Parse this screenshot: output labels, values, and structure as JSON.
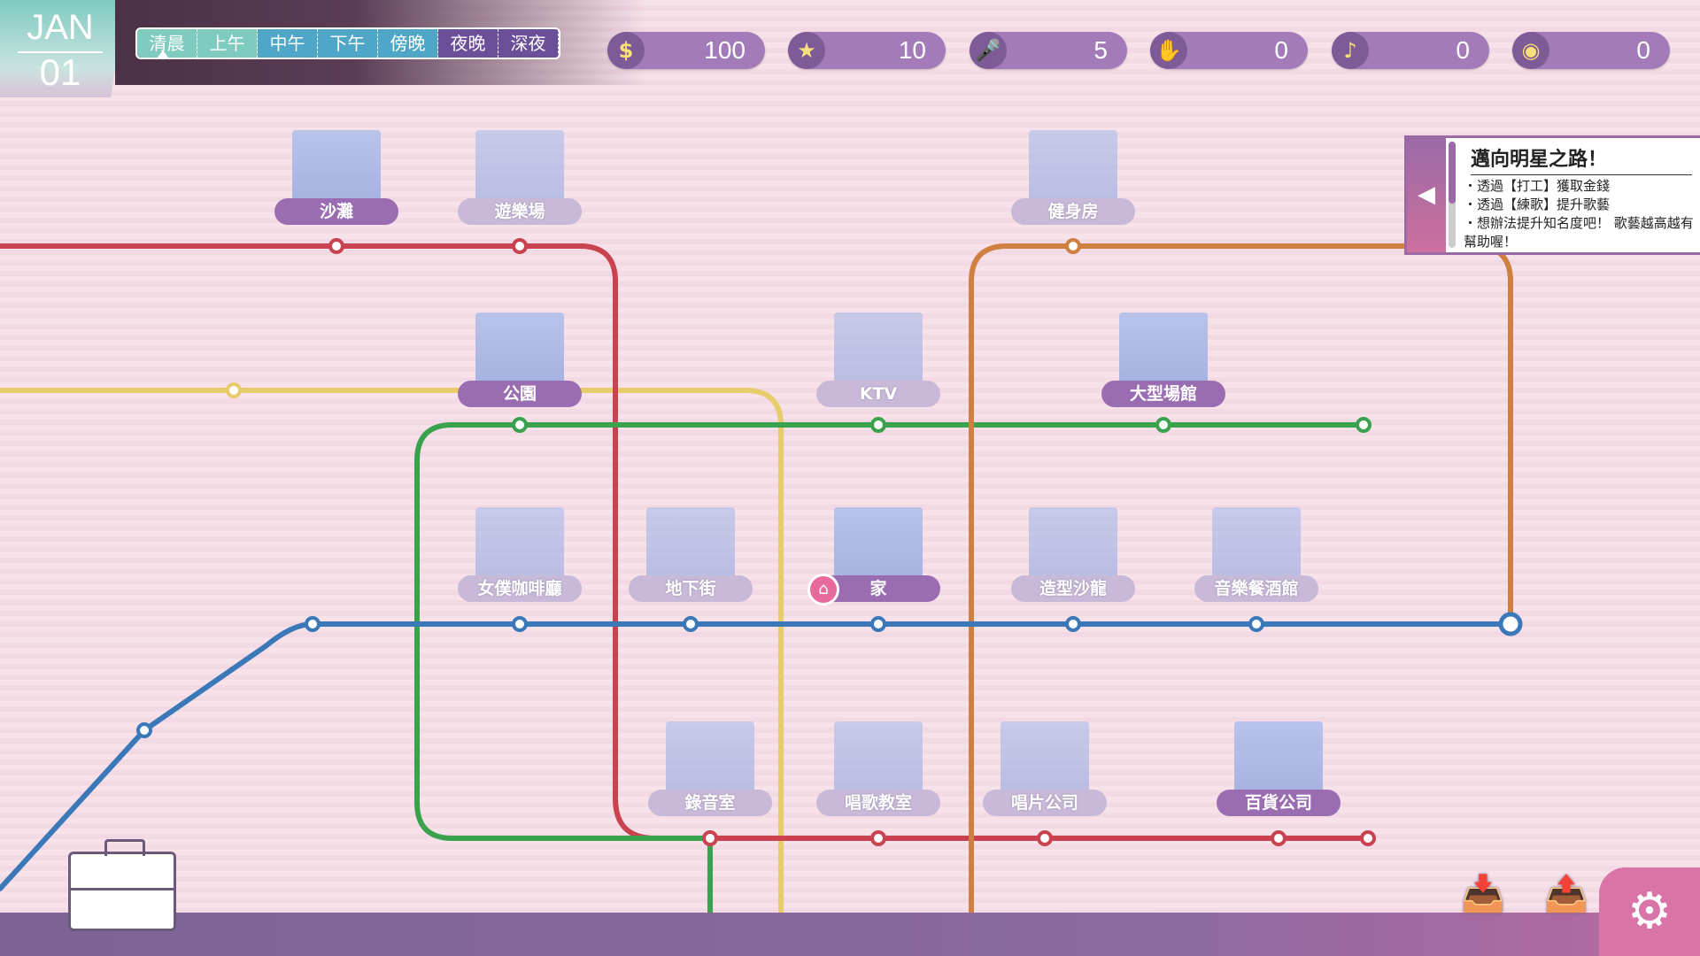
{
  "date": {
    "month": "JAN",
    "day": "01"
  },
  "time_periods": [
    {
      "label": "清晨",
      "color": "#7fcbc0"
    },
    {
      "label": "上午",
      "color": "#7fcbc0"
    },
    {
      "label": "中午",
      "color": "#4fa6c6"
    },
    {
      "label": "下午",
      "color": "#4fa6c6"
    },
    {
      "label": "傍晚",
      "color": "#4fa6c6"
    },
    {
      "label": "夜晚",
      "color": "#6b4f99"
    },
    {
      "label": "深夜",
      "color": "#6b4f99"
    }
  ],
  "current_period": "清晨",
  "stats": [
    {
      "icon": "money-icon",
      "glyph": "$",
      "value": "100"
    },
    {
      "icon": "star-icon",
      "glyph": "★",
      "value": "10"
    },
    {
      "icon": "microphone-icon",
      "glyph": "🎤",
      "value": "5"
    },
    {
      "icon": "fan-icon",
      "glyph": "✋",
      "value": "0"
    },
    {
      "icon": "music-sheet-icon",
      "glyph": "♪",
      "value": "0"
    },
    {
      "icon": "disc-icon",
      "glyph": "◉",
      "value": "0"
    }
  ],
  "quest": {
    "title": "邁向明星之路！",
    "items": [
      "・透過【打工】獲取金錢",
      "・透過【練歌】提升歌藝",
      "・想辦法提升知名度吧！ 歌藝越高越有幫助喔！"
    ]
  },
  "locations": [
    {
      "name": "沙灘",
      "active": true
    },
    {
      "name": "遊樂場",
      "active": false
    },
    {
      "name": "健身房",
      "active": false
    },
    {
      "name": "公園",
      "active": true
    },
    {
      "name": "KTV",
      "active": false
    },
    {
      "name": "大型場館",
      "active": true
    },
    {
      "name": "女僕咖啡廳",
      "active": false
    },
    {
      "name": "地下街",
      "active": false
    },
    {
      "name": "家",
      "active": true
    },
    {
      "name": "造型沙龍",
      "active": false
    },
    {
      "name": "音樂餐酒館",
      "active": false
    },
    {
      "name": "錄音室",
      "active": false
    },
    {
      "name": "唱歌教室",
      "active": false
    },
    {
      "name": "唱片公司",
      "active": false
    },
    {
      "name": "百貨公司",
      "active": true
    }
  ],
  "line_colors": {
    "red": "#c9424f",
    "yellow": "#e6cc6a",
    "green": "#3aa14d",
    "blue": "#3a78b8",
    "orange": "#cf7f3f"
  }
}
